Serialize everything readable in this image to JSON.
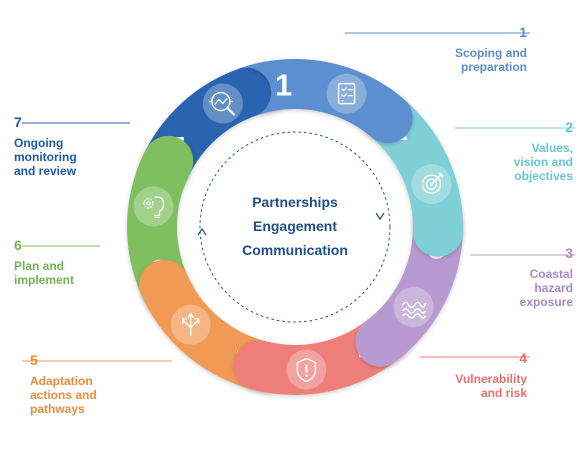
{
  "center": {
    "lines": [
      "Partnerships",
      "Engagement",
      "Communication"
    ],
    "color": "#1e4f8a"
  },
  "steps": [
    {
      "number": "1",
      "label": "Scoping and\npreparation",
      "color": "#5b8fcf",
      "label_color": "#5b8fcf",
      "icon": "checklist-icon"
    },
    {
      "number": "2",
      "label": "Values,\nvision and\nobjectives",
      "color": "#7fcfd6",
      "label_color": "#6cc3cb",
      "icon": "target-icon"
    },
    {
      "number": "3",
      "label": "Coastal\nhazard\nexposure",
      "color": "#b79ad0",
      "label_color": "#a989c8",
      "icon": "waves-icon"
    },
    {
      "number": "4",
      "label": "Vulnerability\nand risk",
      "color": "#ee7e7a",
      "label_color": "#e8716d",
      "icon": "shield-alert-icon"
    },
    {
      "number": "5",
      "label": "Adaptation\nactions and\npathways",
      "color": "#f19a55",
      "label_color": "#ee8a3e",
      "icon": "split-arrows-icon"
    },
    {
      "number": "6",
      "label": "Plan and\nimplement",
      "color": "#7fbf5f",
      "label_color": "#73b353",
      "icon": "lightbulb-gear-icon"
    },
    {
      "number": "7",
      "label": "Ongoing\nmonitoring\nand review",
      "color": "#2a63b0",
      "label_color": "#1f5aa6",
      "icon": "magnifier-chart-icon"
    }
  ]
}
